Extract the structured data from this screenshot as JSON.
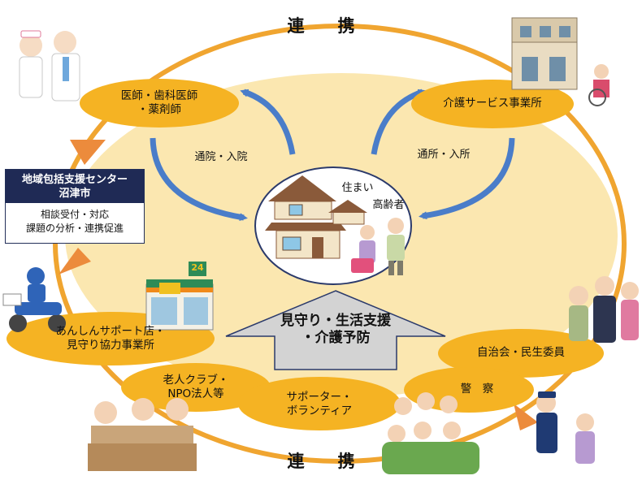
{
  "top_label": "連　携",
  "bottom_label": "連　携",
  "center": {
    "title_line1": "地域包括支援センター",
    "title_line2": "沼津市",
    "body_line1": "相談受付・対応",
    "body_line2": "課題の分析・連携促進"
  },
  "nodes": {
    "doctors": {
      "line1": "医師・歯科医師",
      "line2": "・薬剤師"
    },
    "care_service": {
      "line1": "介護サービス事業所"
    },
    "anshin": {
      "line1": "あんしんサポート店・",
      "line2": "見守り協力事業所"
    },
    "jichikai": {
      "line1": "自治会・民生委員"
    },
    "roujin": {
      "line1": "老人クラブ・",
      "line2": "NPO法人等"
    },
    "supporter": {
      "line1": "サポーター・",
      "line2": "ボランティア"
    },
    "police": {
      "line1": "警　察"
    }
  },
  "flows": {
    "left": "通院・入院",
    "right": "通所・入所"
  },
  "home": {
    "label_sumai": "住まい",
    "label_elderly": "高齢者"
  },
  "support_arrow": {
    "line1": "見守り・生活支援",
    "line2": "・介護予防"
  },
  "store_sign": "24",
  "colors": {
    "ring": "#f0a530",
    "field": "#fbe7b0",
    "pill": "#f5b323",
    "flow_arrow": "#4a7dc9",
    "orange_arrow": "#ec8b3c",
    "center_header": "#1f2a55",
    "support_arrow_fill": "#d3d3d3"
  }
}
